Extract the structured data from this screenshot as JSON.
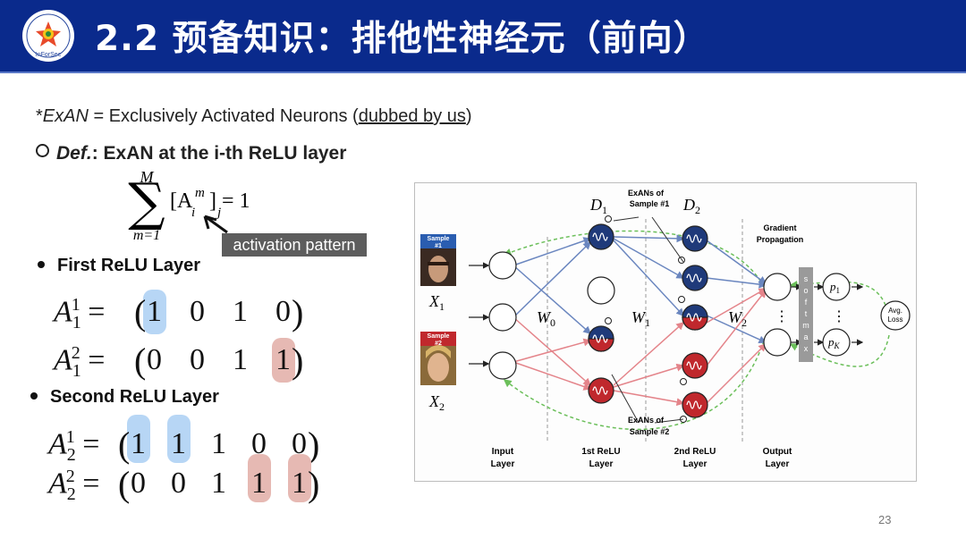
{
  "header": {
    "title": "2.2 预备知识：排他性神经元（前向）",
    "logo_text": "InForSec",
    "colors": {
      "bar": "#0a2a8c"
    }
  },
  "footnote": {
    "prefix": "*",
    "abbr": "ExAN",
    "middle": " = Exclusively Activated Neurons (",
    "underlined": "dubbed by us",
    "suffix": ")"
  },
  "definition": {
    "label": "Def.",
    "text": ": ExAN at the i-th ReLU layer"
  },
  "formula": {
    "upper": "M",
    "lower": "m=1",
    "body": "[A",
    "sub": "i",
    "sup": "m",
    "close": "]",
    "index": "j",
    "rhs": " = 1"
  },
  "callout": "activation pattern",
  "bullets": {
    "first": "First ReLU Layer",
    "second": "Second ReLU Layer"
  },
  "layer1": [
    {
      "sup": "1",
      "sub": "1",
      "values": [
        "1",
        "0",
        "1",
        "0"
      ],
      "highlight": [
        0
      ],
      "hl_color": "#b7d6f5"
    },
    {
      "sup": "2",
      "sub": "1",
      "values": [
        "0",
        "0",
        "1",
        "1"
      ],
      "highlight": [
        3
      ],
      "hl_color": "#e6b9b3"
    }
  ],
  "layer2": [
    {
      "sup": "1",
      "sub": "2",
      "values": [
        "1",
        "1",
        "1",
        "0",
        "0"
      ],
      "highlight": [
        0,
        1
      ],
      "hl_color": "#b7d6f5"
    },
    {
      "sup": "2",
      "sub": "2",
      "values": [
        "0",
        "0",
        "1",
        "1",
        "1"
      ],
      "highlight": [
        3,
        4
      ],
      "hl_color": "#e6b9b3"
    }
  ],
  "figure": {
    "D1": "D",
    "D1_sub": "1",
    "D2": "D",
    "D2_sub": "2",
    "exans1": [
      "ExANs of",
      "Sample #1"
    ],
    "exans2": [
      "ExANs of",
      "Sample #2"
    ],
    "gradient": [
      "Gradient",
      "Propagation"
    ],
    "sample1": [
      "Sample",
      "#1"
    ],
    "sample2": [
      "Sample",
      "#2"
    ],
    "X1": "X",
    "X1_sub": "1",
    "X2": "X",
    "X2_sub": "2",
    "W0": "W",
    "W0_sub": "0",
    "W1": "W",
    "W1_sub": "1",
    "W2": "W",
    "W2_sub": "2",
    "softmax": "softmax",
    "p1": "p",
    "p1_sub": "1",
    "pK": "p",
    "pK_sub": "K",
    "avg_loss": [
      "Avg.",
      "Loss"
    ],
    "layers": [
      [
        "Input",
        "Layer"
      ],
      [
        "1st ReLU",
        "Layer"
      ],
      [
        "2nd ReLU",
        "Layer"
      ],
      [
        "Output",
        "Layer"
      ]
    ]
  },
  "page_number": "23"
}
